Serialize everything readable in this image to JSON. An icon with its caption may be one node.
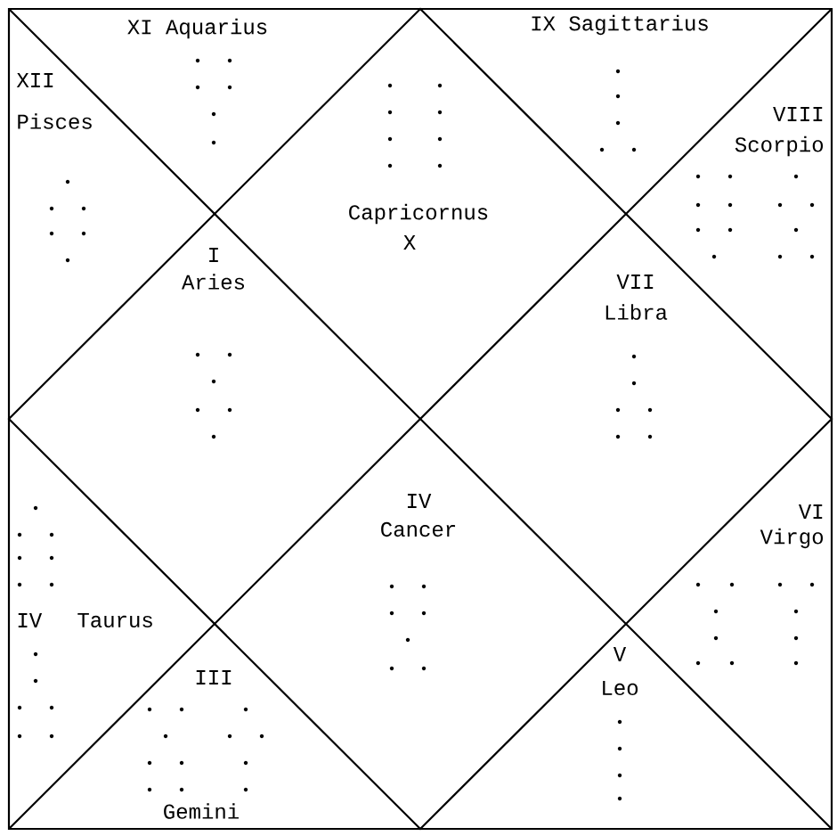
{
  "diagram": {
    "nodes": [
      {
        "text": [
          "XI Aquarius"
        ]
      },
      {
        "text": [
          "IX Sagittarius"
        ]
      },
      {
        "text": [
          "XII",
          "Pisces"
        ]
      },
      {
        "text": [
          "Capricornus",
          "X"
        ]
      },
      {
        "text": [
          "VIII",
          "Scorpio"
        ]
      },
      {
        "text": [
          "I",
          "Aries"
        ]
      },
      {
        "text": [
          "VII",
          "Libra"
        ]
      },
      {
        "text": [
          "IV",
          "Cancer"
        ]
      },
      {
        "text": [
          "IV",
          "Taurus"
        ]
      },
      {
        "text": [
          "VI",
          "Virgo"
        ]
      },
      {
        "text": [
          "III",
          "Gemini"
        ]
      },
      {
        "text": [
          "V",
          "Leo"
        ]
      }
    ]
  }
}
